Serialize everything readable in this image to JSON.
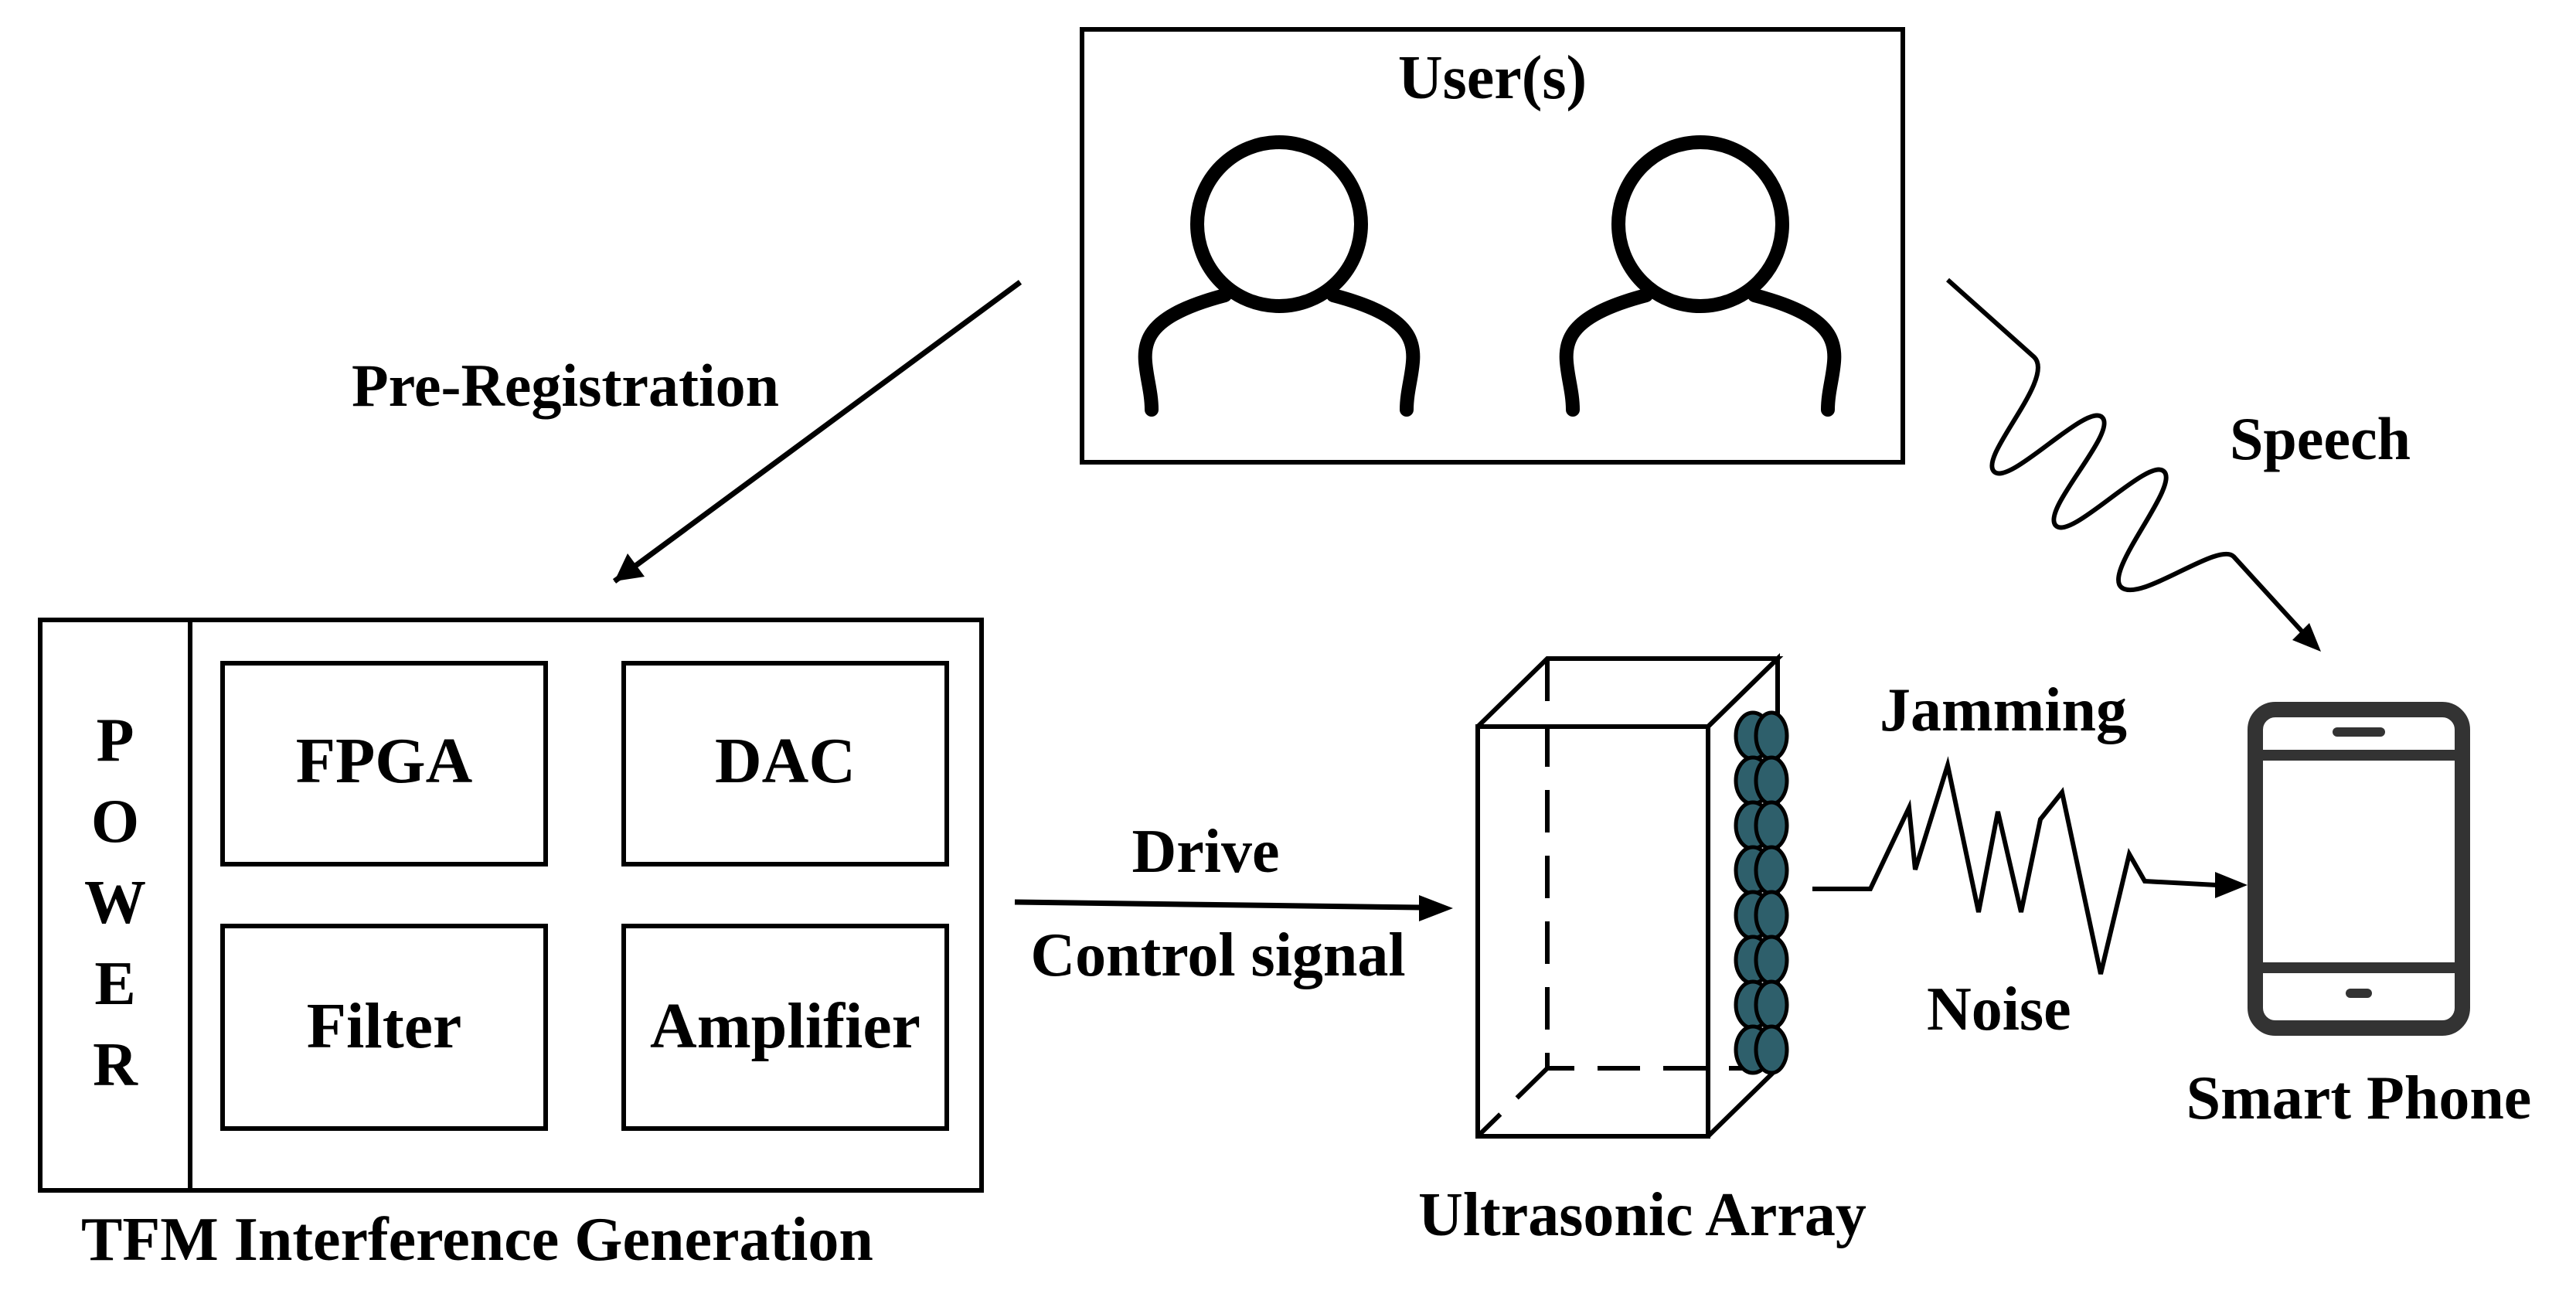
{
  "users_box": {
    "title": "User(s)"
  },
  "arrows": {
    "pre_registration": "Pre-Registration",
    "speech": "Speech",
    "drive": "Drive",
    "control_signal": "Control signal",
    "jamming": "Jamming",
    "noise": "Noise"
  },
  "generator": {
    "power_letters": [
      "P",
      "O",
      "W",
      "E",
      "R"
    ],
    "modules": [
      "FPGA",
      "DAC",
      "Filter",
      "Amplifier"
    ],
    "caption": "TFM Interference Generation"
  },
  "array": {
    "caption": "Ultrasonic Array"
  },
  "phone": {
    "caption": "Smart Phone"
  },
  "colors": {
    "transducer": "#2e5f6b",
    "phone": "#333333"
  }
}
